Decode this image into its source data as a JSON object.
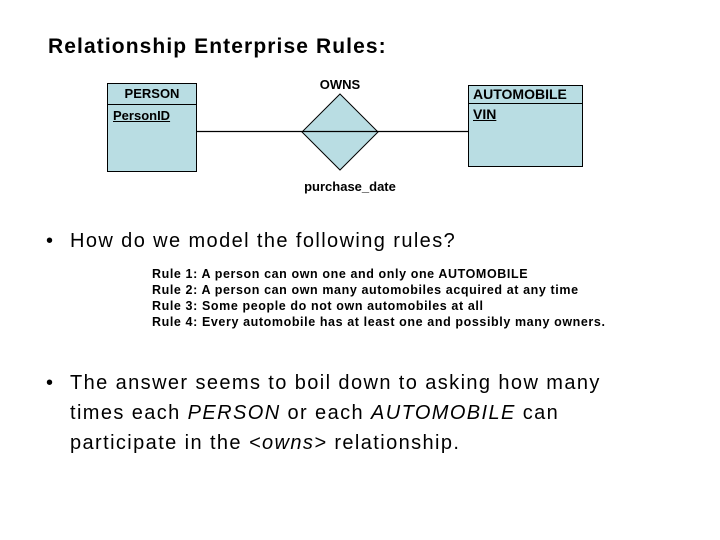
{
  "slide_title": "Relationship Enterprise Rules:",
  "diagram": {
    "relationship": {
      "label": "OWNS",
      "attribute": "purchase_date"
    },
    "entities": {
      "person": {
        "name": "PERSON",
        "primary_key": "PersonID"
      },
      "automobile": {
        "name": "AUTOMOBILE",
        "primary_key": "VIN"
      }
    },
    "colors": {
      "entity_fill": "#b9dde3",
      "line": "#000000"
    }
  },
  "bullets": [
    {
      "marker": "•",
      "text": "How do we model the following rules?"
    },
    {
      "marker": "•",
      "segments": [
        {
          "text": "The answer seems to boil down to asking how many times each "
        },
        {
          "text": "PERSON",
          "italic": true
        },
        {
          "text": " or each ",
          "italic": false
        },
        {
          "text": "AUTOMOBILE",
          "italic": true
        },
        {
          "text": " can participate in the ",
          "italic": false
        },
        {
          "text": "<owns>",
          "italic": true
        },
        {
          "text": " relationship.",
          "italic": false
        }
      ]
    }
  ],
  "rules": [
    "Rule 1: A person can own one and only one AUTOMOBILE",
    "Rule 2: A person can own many automobiles acquired at any time",
    "Rule 3: Some people do not own automobiles at all",
    "Rule 4: Every automobile has at least one and possibly many owners."
  ]
}
